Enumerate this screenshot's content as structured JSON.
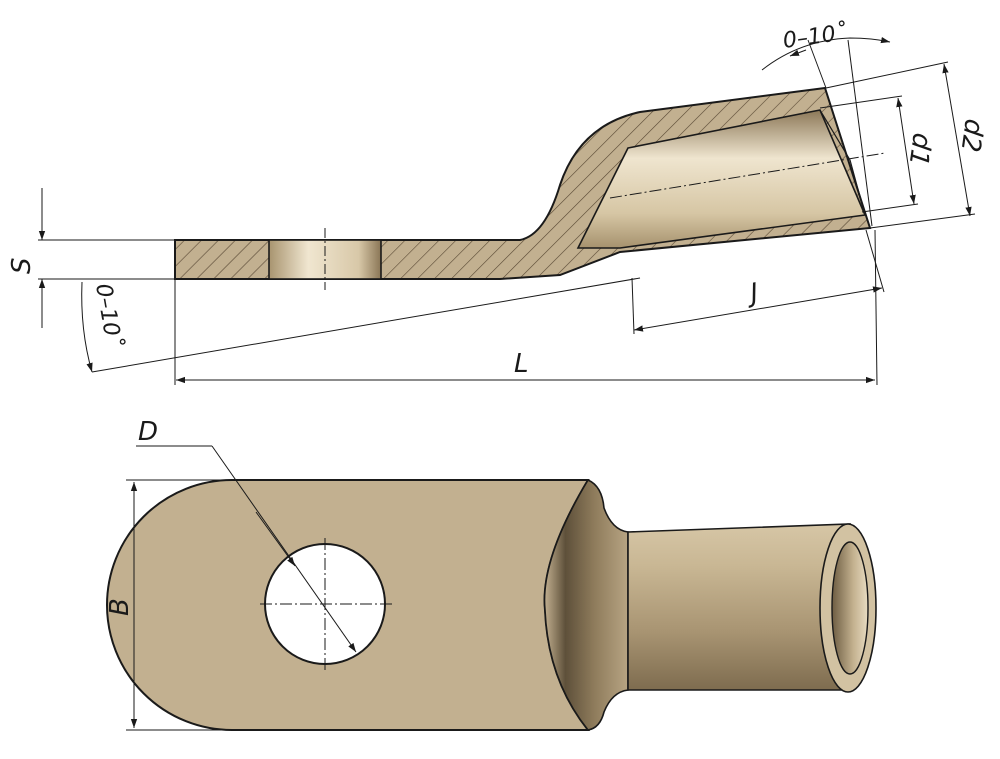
{
  "labels": {
    "s": "S",
    "angle_left": "0–10˚",
    "angle_right": "0–10˚",
    "d1": "d1",
    "d2": "d2",
    "j": "J",
    "l": "L",
    "d": "D",
    "b": "B"
  },
  "colors": {
    "body": "#c2b090",
    "body_dark": "#9a8868",
    "hatch": "#5a4a35",
    "outline": "#1a1a1a",
    "cavity_light": "#efe5cf",
    "cavity_dark": "#a6926e"
  }
}
